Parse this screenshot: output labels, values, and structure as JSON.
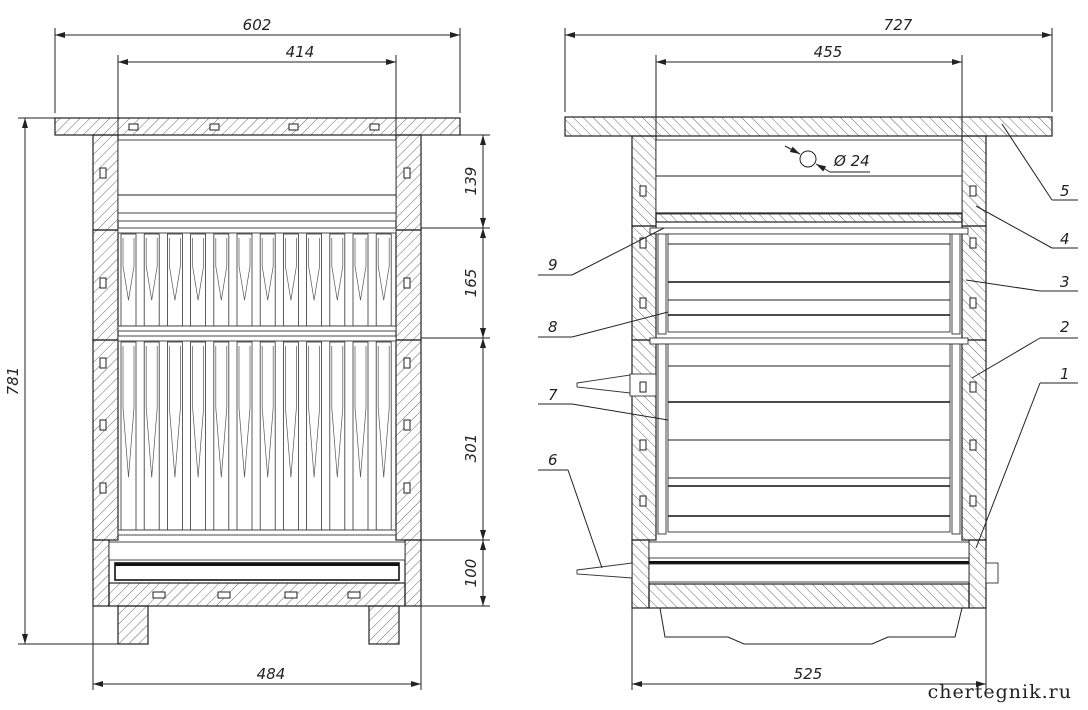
{
  "left_view": {
    "dims": {
      "top_width": "602",
      "inner_width": "414",
      "total_height": "781",
      "bottom_width": "484",
      "sec_139": "139",
      "sec_165": "165",
      "sec_301": "301",
      "sec_100": "100"
    }
  },
  "right_view": {
    "dims": {
      "top_width": "727",
      "inner_width": "455",
      "bottom_width": "525",
      "hole": "Ø 24"
    },
    "callouts": [
      "1",
      "2",
      "3",
      "4",
      "5",
      "6",
      "7",
      "8",
      "9"
    ]
  },
  "watermark": "chertegnik.ru"
}
